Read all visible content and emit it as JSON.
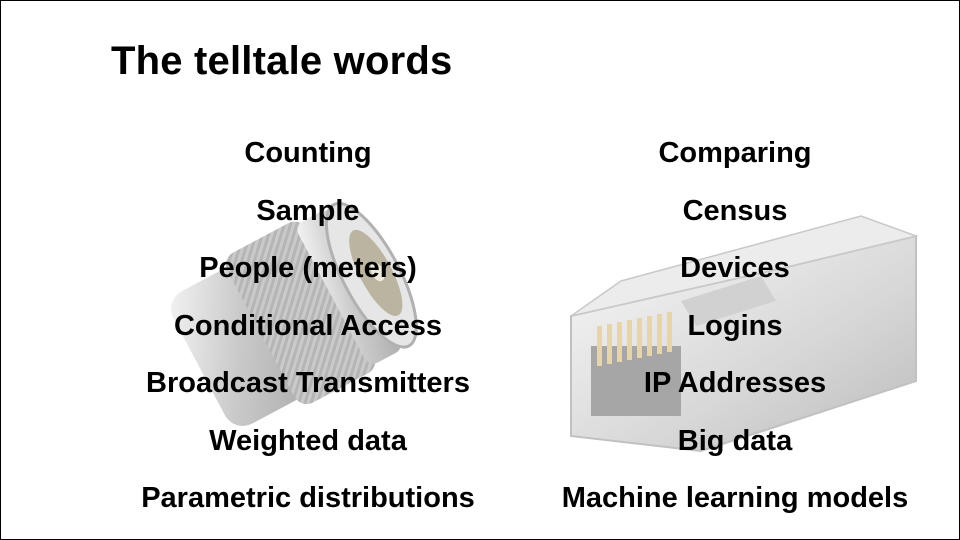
{
  "slide": {
    "title": "The telltale words",
    "left_words": [
      "Counting",
      "Sample",
      "People (meters)",
      "Conditional Access",
      "Broadcast Transmitters",
      "Weighted data",
      "Parametric distributions"
    ],
    "right_words": [
      "Comparing",
      "Census",
      "Devices",
      "Logins",
      "IP Addresses",
      "Big data",
      "Machine learning models"
    ]
  },
  "images": {
    "left_image": "coaxial-connector-icon",
    "right_image": "ethernet-rj45-connector-icon"
  }
}
